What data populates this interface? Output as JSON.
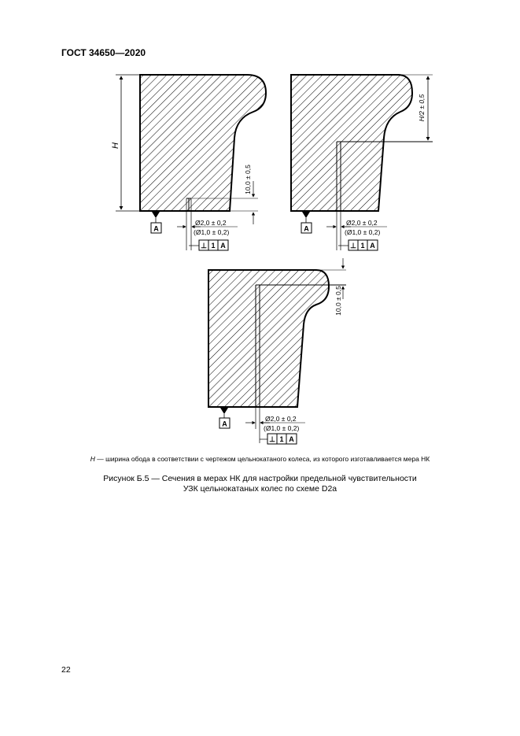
{
  "header": {
    "doc_number": "ГОСТ 34650—2020"
  },
  "drawing": {
    "dim_H": "H",
    "dim_H2": "H/2 ± 0,5",
    "dim_10": "10,0 ± 0,5",
    "dim_dia_main": "Ø2,0 ± 0,2",
    "dim_dia_alt": "(Ø1,0 ± 0,2)",
    "datum": "A",
    "frame": {
      "symbol": "⊥",
      "tolerance": "1",
      "datum": "A"
    }
  },
  "note": {
    "symbol": "H",
    "text": " — ширина обода в соответствии с чертежом цельнокатаного колеса, из которого изготавливается мера НК"
  },
  "caption": {
    "line1": "Рисунок Б.5 — Сечения в мерах НК для настройки предельной чувствительности",
    "line2": "УЗК цельнокатаных колес по схеме D2a"
  },
  "page_number": "22"
}
